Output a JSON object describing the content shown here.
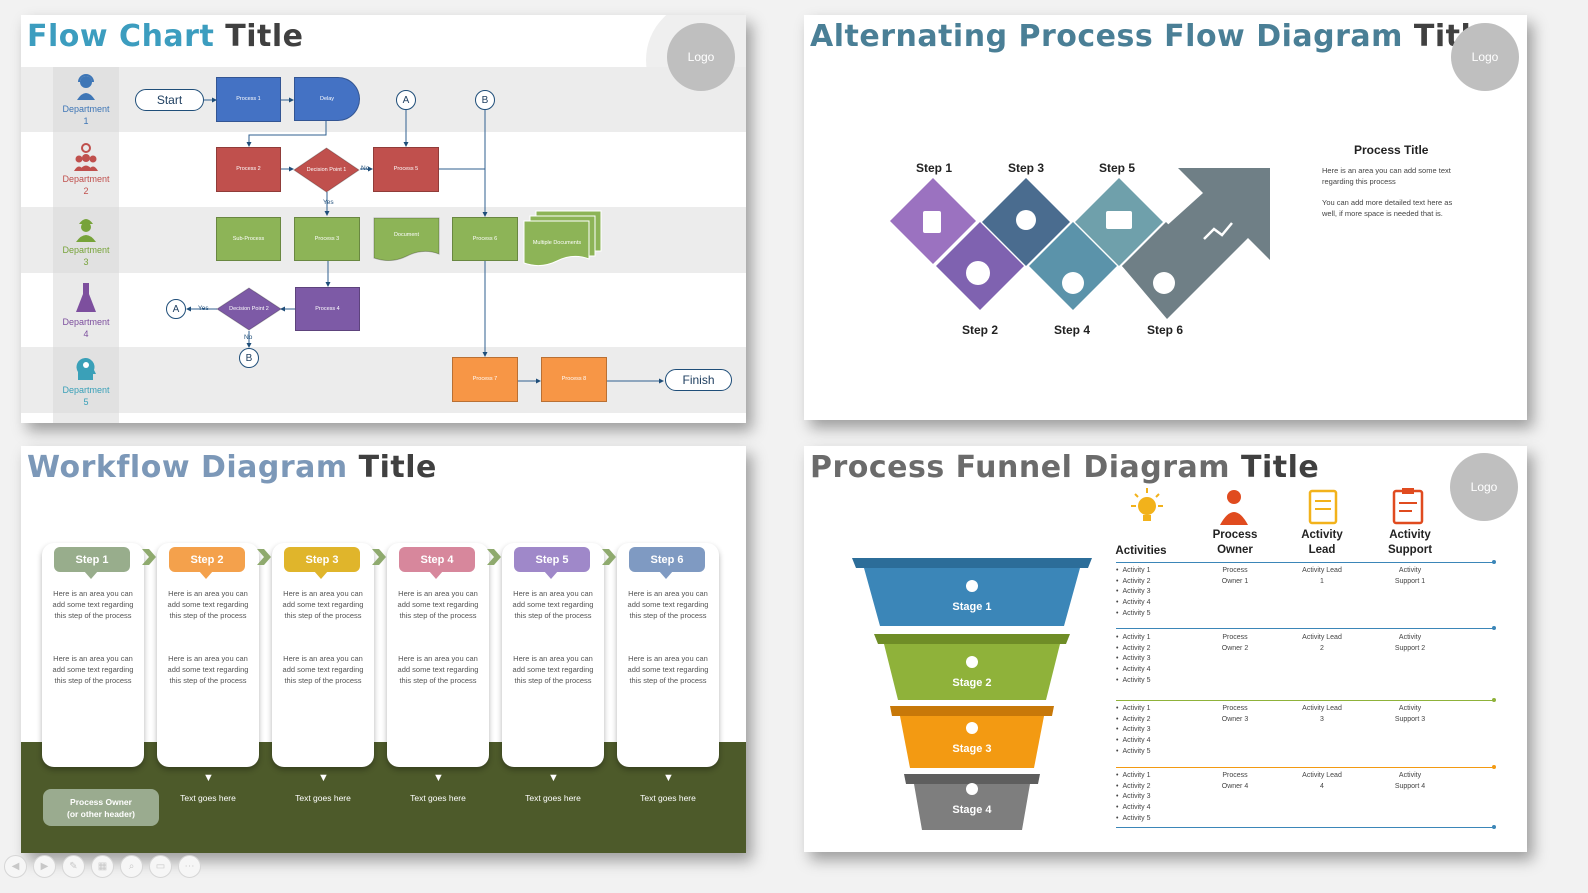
{
  "slide1": {
    "title_part1": "Flow Chart",
    "title_part2": "Title",
    "logo": "Logo",
    "departments": [
      {
        "label": "Department",
        "num": "1",
        "color": "#3e76b6",
        "icon": "support-person-icon"
      },
      {
        "label": "Department",
        "num": "2",
        "color": "#c0504d",
        "icon": "team-location-icon"
      },
      {
        "label": "Department",
        "num": "3",
        "color": "#77a33a",
        "icon": "worker-icon"
      },
      {
        "label": "Department",
        "num": "4",
        "color": "#7d4f9e",
        "icon": "flask-icon"
      },
      {
        "label": "Department",
        "num": "5",
        "color": "#3aa0b8",
        "icon": "head-gears-icon"
      }
    ],
    "start": "Start",
    "finish": "Finish",
    "process1": "Process 1",
    "delay": "Delay",
    "connector_a": "A",
    "connector_b": "B",
    "process2": "Process 2",
    "decision1": "Decision Point 1",
    "no_label": "No",
    "yes_label": "Yes",
    "process5": "Process 5",
    "subprocess": "Sub-Process",
    "process3": "Process 3",
    "document": "Document",
    "process6": "Process 6",
    "multiple_docs": "Multiple Documents",
    "decision2": "Decision Point 2",
    "process4": "Process 4",
    "process7": "Process 7",
    "process8": "Process 8",
    "colors": {
      "blue": "#4472c4",
      "red": "#c0504d",
      "green": "#8db457",
      "purple": "#7d5aa6",
      "orange": "#f79646"
    }
  },
  "slide2": {
    "title_part1": "Alternating Process Flow Diagram",
    "title_part2": "Title",
    "logo": "Logo",
    "steps": [
      "Step 1",
      "Step 2",
      "Step 3",
      "Step 4",
      "Step 5",
      "Step 6"
    ],
    "step_icons": [
      "contact-book-icon",
      "head-gears-icon",
      "team-idea-icon",
      "support-person-icon",
      "team-presentation-icon",
      "worker-icon",
      "growth-chart-icon"
    ],
    "process_title": "Process Title",
    "process_text_1": "Here is an area you can add some text regarding this process",
    "process_text_2": "You can add more detailed text here as well, if more space is needed that is.",
    "colors": [
      "#9b72c0",
      "#7f62b0",
      "#4a6c8f",
      "#5b93aa",
      "#6fa0ab",
      "#6f7f86"
    ]
  },
  "slide3": {
    "title_part1": "Workflow Diagram",
    "title_part2": "Title",
    "steps": [
      {
        "label": "Step 1",
        "color": "#98ad8c"
      },
      {
        "label": "Step 2",
        "color": "#f4a14c"
      },
      {
        "label": "Step 3",
        "color": "#e0b52b"
      },
      {
        "label": "Step 4",
        "color": "#d7879c"
      },
      {
        "label": "Step 5",
        "color": "#9f88c9"
      },
      {
        "label": "Step 6",
        "color": "#7f9ac2"
      }
    ],
    "card_text": "Here is an area you can add some text regarding this step of the process",
    "output_text": "Text goes here",
    "owner_badge_1": "Process Owner",
    "owner_badge_2": "(or other header)"
  },
  "slide4": {
    "title_part1": "Process Funnel Diagram",
    "title_part2": "Title",
    "logo": "Logo",
    "headers": {
      "activities": "Activities",
      "owner_1": "Process",
      "owner_2": "Owner",
      "lead_1": "Activity",
      "lead_2": "Lead",
      "support_1": "Activity",
      "support_2": "Support"
    },
    "header_icons": [
      "lightbulb-icon",
      "businessman-icon",
      "checklist-icon",
      "clipboard-icon"
    ],
    "activities": [
      "Activity 1",
      "Activity 2",
      "Activity 3",
      "Activity 4",
      "Activity 5"
    ],
    "stages": [
      {
        "label": "Stage 1",
        "color": "#3b86b8",
        "lip": "#2c6d99",
        "icon": "support-person-icon",
        "owner": [
          "Process",
          "Owner 1"
        ],
        "lead": [
          "Activity Lead",
          "1"
        ],
        "support": [
          "Activity",
          "Support 1"
        ]
      },
      {
        "label": "Stage 2",
        "color": "#8fb23a",
        "lip": "#6f8d27",
        "icon": "team-presentation-icon",
        "owner": [
          "Process",
          "Owner 2"
        ],
        "lead": [
          "Activity Lead",
          "2"
        ],
        "support": [
          "Activity",
          "Support 2"
        ]
      },
      {
        "label": "Stage 3",
        "color": "#f39a12",
        "lip": "#c77809",
        "icon": "head-gears-icon",
        "owner": [
          "Process",
          "Owner 3"
        ],
        "lead": [
          "Activity Lead",
          "3"
        ],
        "support": [
          "Activity",
          "Support 3"
        ]
      },
      {
        "label": "Stage 4",
        "color": "#7e7e7e",
        "lip": "#5e5e5e",
        "icon": "growth-chart-icon",
        "owner": [
          "Process",
          "Owner 4"
        ],
        "lead": [
          "Activity Lead",
          "4"
        ],
        "support": [
          "Activity",
          "Support 4"
        ]
      }
    ]
  },
  "toolbar": [
    "prev-icon",
    "next-icon",
    "pen-icon",
    "slides-icon",
    "search-icon",
    "screen-icon",
    "more-icon"
  ]
}
